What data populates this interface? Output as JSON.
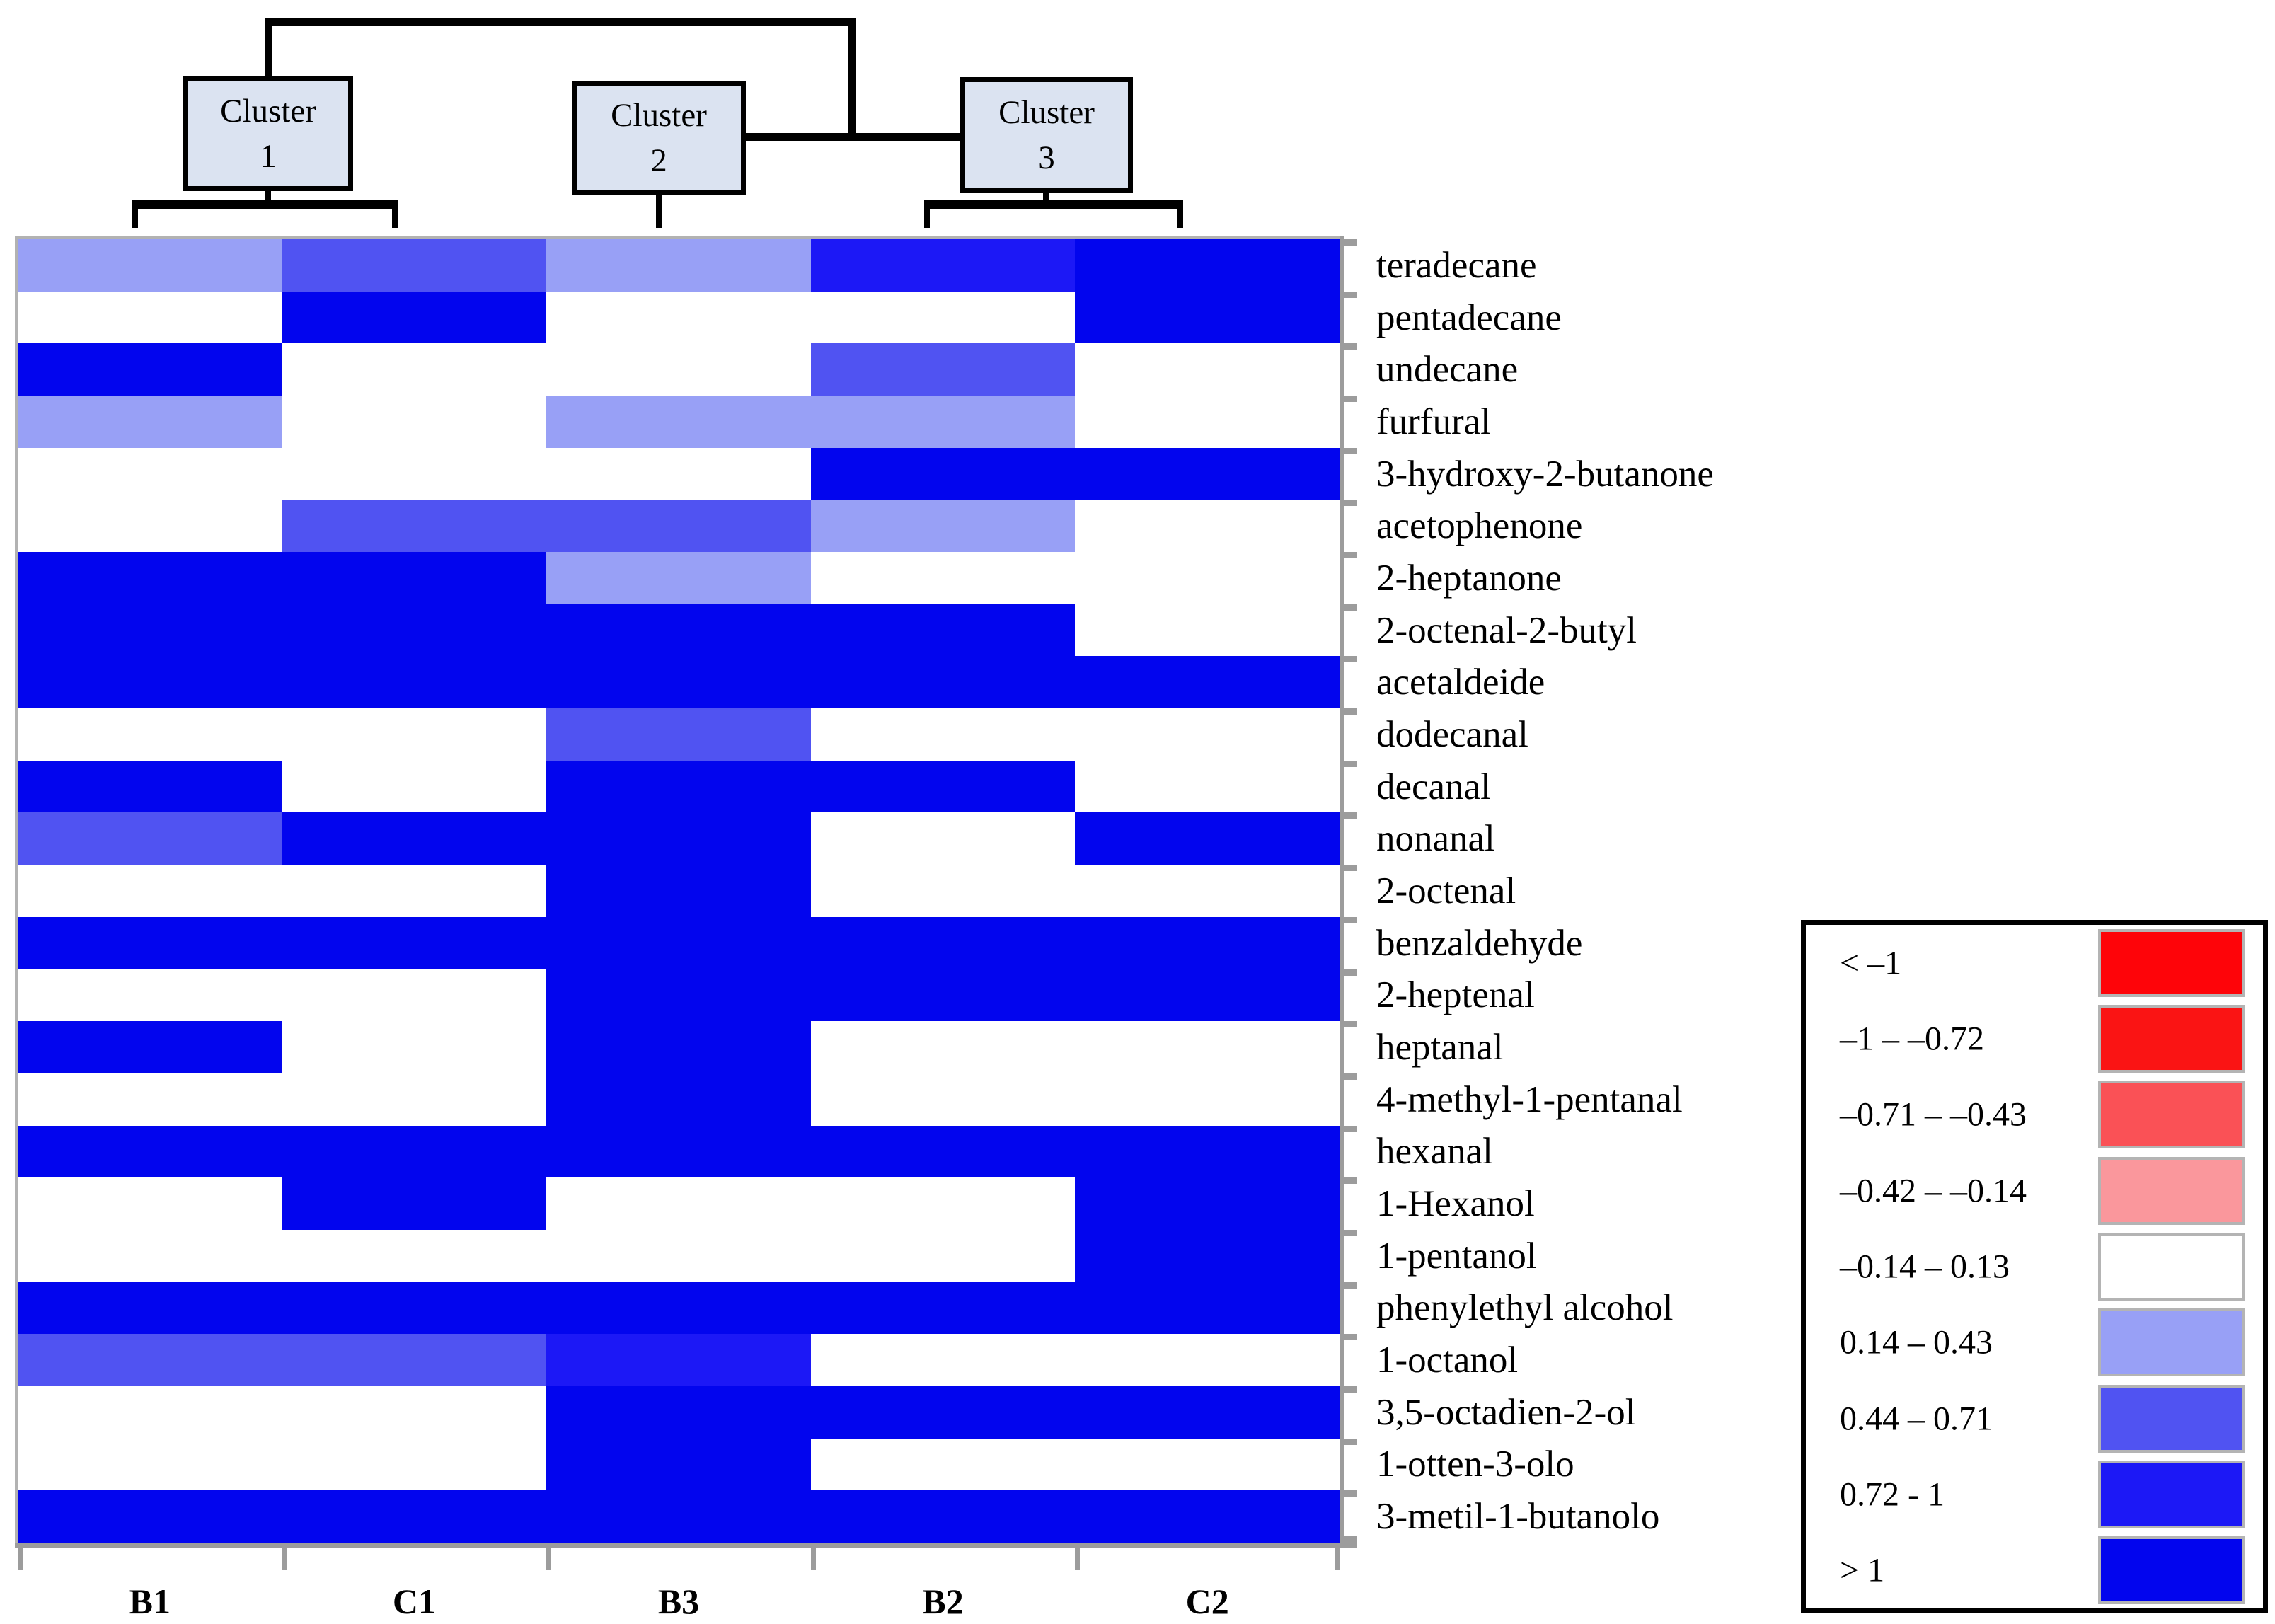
{
  "chart_data": {
    "type": "heatmap",
    "columns": [
      "B1",
      "C1",
      "B3",
      "B2",
      "C2"
    ],
    "rows": [
      "teradecane",
      "pentadecane",
      "undecane",
      "furfural",
      "3-hydroxy-2-butanone",
      "acetophenone",
      "2-heptanone",
      "2-octenal-2-butyl",
      "acetaldeide",
      "dodecanal",
      "decanal",
      "nonanal",
      "2-octenal",
      "benzaldehyde",
      "2-heptenal",
      "heptanal",
      "4-methyl-1-pentanal",
      "hexanal",
      "1-Hexanol",
      "1-pentanol",
      "phenylethyl alcohol",
      "1-octanol",
      "3,5-octadien-2-ol",
      "1-otten-3-olo",
      "3-metil-1-butanolo"
    ],
    "bins": [
      "< –1",
      "–1 – –0.72",
      "–0.71 – –0.43",
      "–0.42 – –0.14",
      "–0.14 – 0.13",
      "0.14 – 0.43",
      "0.44 – 0.71",
      "0.72 - 1",
      "> 1"
    ],
    "bin_colors": [
      "#fe0409",
      "#fa1414",
      "#fa5156",
      "#fa979c",
      "#ffffff",
      "#98a0f6",
      "#5053f2",
      "#1c18f6",
      "#0205ee"
    ],
    "cells": [
      [
        5,
        6,
        5,
        7,
        8
      ],
      [
        4,
        8,
        4,
        4,
        8
      ],
      [
        8,
        4,
        4,
        6,
        4
      ],
      [
        5,
        4,
        5,
        5,
        4
      ],
      [
        4,
        4,
        4,
        8,
        8
      ],
      [
        4,
        6,
        6,
        5,
        4
      ],
      [
        8,
        8,
        5,
        4,
        4
      ],
      [
        8,
        8,
        8,
        8,
        4
      ],
      [
        8,
        8,
        8,
        8,
        8
      ],
      [
        4,
        4,
        6,
        4,
        4
      ],
      [
        8,
        4,
        8,
        8,
        4
      ],
      [
        6,
        8,
        8,
        4,
        8
      ],
      [
        4,
        4,
        8,
        4,
        4
      ],
      [
        8,
        8,
        8,
        8,
        8
      ],
      [
        4,
        4,
        8,
        8,
        8
      ],
      [
        8,
        4,
        8,
        4,
        4
      ],
      [
        4,
        4,
        8,
        4,
        4
      ],
      [
        8,
        8,
        8,
        8,
        8
      ],
      [
        4,
        8,
        4,
        4,
        8
      ],
      [
        4,
        4,
        4,
        4,
        8
      ],
      [
        8,
        8,
        8,
        8,
        8
      ],
      [
        6,
        6,
        7,
        4,
        4
      ],
      [
        4,
        4,
        8,
        8,
        8
      ],
      [
        4,
        4,
        8,
        4,
        4
      ],
      [
        8,
        8,
        8,
        8,
        8
      ]
    ],
    "legend_position": "right",
    "clusters": [
      {
        "name": "Cluster",
        "number": "1",
        "columns": [
          "B1",
          "C1"
        ]
      },
      {
        "name": "Cluster",
        "number": "2",
        "columns": [
          "B3"
        ]
      },
      {
        "name": "Cluster",
        "number": "3",
        "columns": [
          "B2",
          "C2"
        ]
      }
    ]
  }
}
